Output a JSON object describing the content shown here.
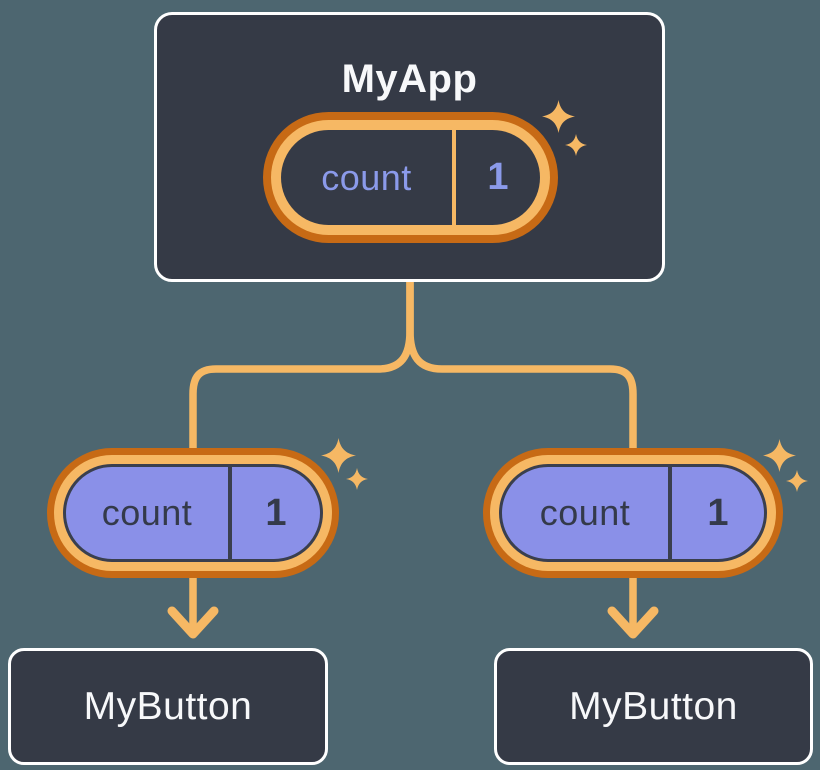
{
  "app": {
    "title": "MyApp",
    "state": {
      "label": "count",
      "value": "1"
    }
  },
  "buttons": [
    {
      "title": "MyButton",
      "prop": {
        "label": "count",
        "value": "1"
      }
    },
    {
      "title": "MyButton",
      "prop": {
        "label": "count",
        "value": "1"
      }
    }
  ],
  "icons": {
    "sparkle": "four-point-star",
    "arrow": "arrow-down"
  },
  "colors": {
    "background": "#4D6670",
    "node_fill": "#353A46",
    "node_border": "#FFFFFF",
    "node_text": "#F7F8FA",
    "connector_orange": "#F6B864",
    "pill_ring_outer": "#C76A15",
    "pill_ring_inner": "#F6B864",
    "pill_fill_dark": "#353A46",
    "pill_fill_lavender": "#8A90E8",
    "pill_text_lavender": "#8B9AEA",
    "pill_text_dark": "#343A4A",
    "pill_divider_dark": "#3A3F4E"
  }
}
